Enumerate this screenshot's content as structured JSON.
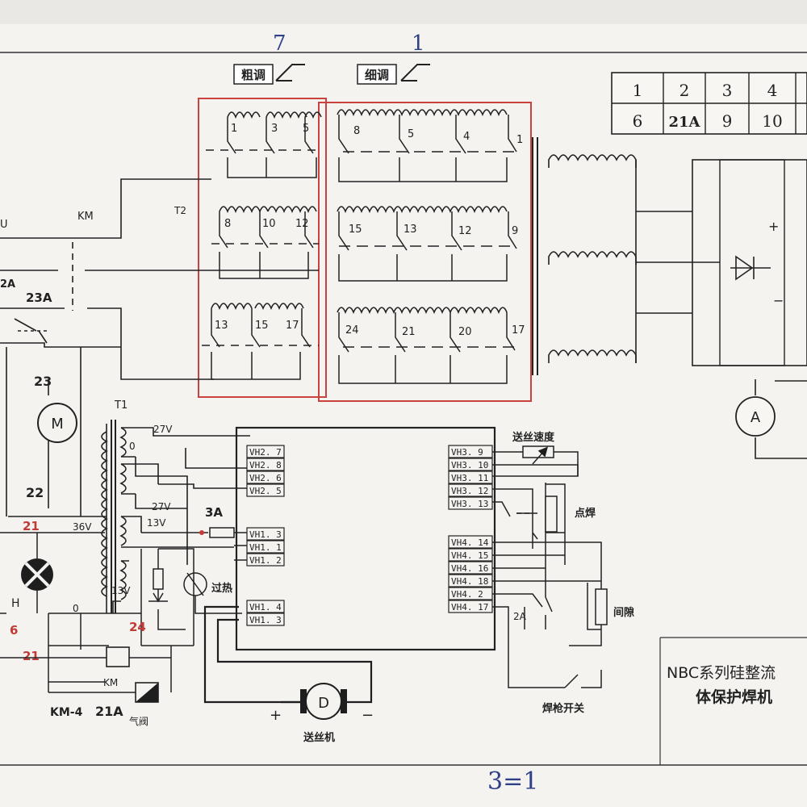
{
  "colors": {
    "ink": "#1e1e1e",
    "red_box": "#c9423d",
    "red_text": "#c23a36",
    "handwriting": "#2f3f88"
  },
  "top": {
    "coarse_label": "粗调",
    "fine_label": "细调",
    "coarse_hand": "7",
    "fine_hand": "1"
  },
  "table": {
    "row1": [
      "1",
      "2",
      "3",
      "4"
    ],
    "row2": [
      "6",
      "21A",
      "9",
      "10"
    ]
  },
  "coarse_taps": {
    "row1": [
      "1",
      "3",
      "5"
    ],
    "row2": [
      "8",
      "10",
      "12"
    ],
    "row3": [
      "13",
      "15",
      "17"
    ]
  },
  "fine_taps": {
    "row1": [
      "8",
      "5",
      "4",
      "1"
    ],
    "row2": [
      "15",
      "13",
      "12",
      "9"
    ],
    "row3": [
      "24",
      "21",
      "20",
      "17"
    ]
  },
  "left": {
    "km": "KM",
    "t2": "T2",
    "u": "U",
    "a2": "2A",
    "a23": "23A",
    "n23": "23",
    "motor": "M",
    "n22": "22",
    "n21a": "21",
    "n21b": "21",
    "h": "H",
    "n6": "6",
    "o": "0",
    "km_box": "KM",
    "km4": "KM-4",
    "km4_21a": "21A",
    "valve": "气阀"
  },
  "transformer": {
    "t1": "T1",
    "v27a": "27V",
    "v0": "0",
    "v27b": "27V",
    "v13a": "13V",
    "v36": "36V",
    "v13b": "13V",
    "fuse": "3A",
    "n24": "24",
    "thermal": "过热"
  },
  "board_left_pins": [
    "VH2. 7",
    "VH2. 8",
    "VH2. 6",
    "VH2. 5",
    "VH1. 3",
    "VH1. 1",
    "VH1. 2",
    "VH1. 4",
    "VH1. 3"
  ],
  "board_right_pins": [
    "VH3. 9",
    "VH3. 10",
    "VH3. 11",
    "VH3. 12",
    "VH3. 13",
    "VH4. 14",
    "VH4. 15",
    "VH4. 16",
    "VH4. 18",
    "VH4. 2",
    "VH4. 17"
  ],
  "right": {
    "feed_speed": "送丝速度",
    "spot": "点焊",
    "gap": "间隙",
    "a2": "2A",
    "torch_switch": "焊枪开关",
    "plus": "+",
    "minus": "−",
    "ammeter": "A",
    "motor_d": "D",
    "wire_feeder": "送丝机",
    "d_plus": "+",
    "d_minus": "−"
  },
  "title": {
    "line1": "NBC系列硅整流",
    "line2": "体保护焊机"
  },
  "handwritten_bottom": "3=1"
}
